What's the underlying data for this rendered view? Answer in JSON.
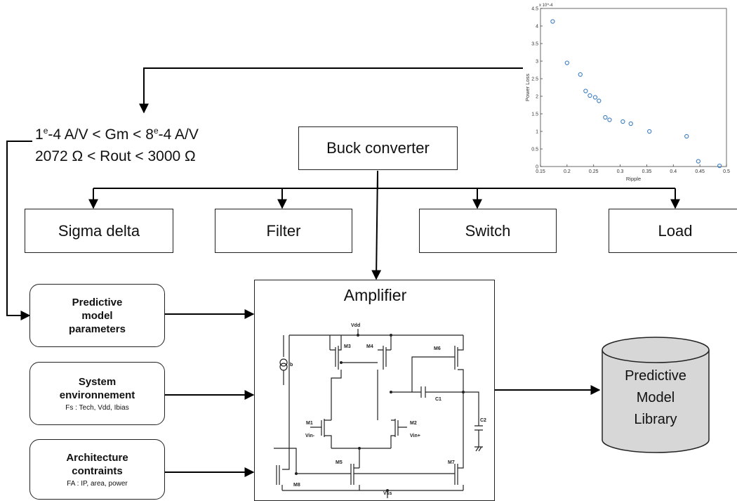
{
  "constraints": {
    "gm": {
      "a": "1",
      "a_sup": "e",
      "b": "-4 A/V < Gm < 8",
      "b_sup": "e",
      "c": "-4 A/V"
    },
    "rout": "2072 Ω < Rout < 3000 Ω"
  },
  "blocks": {
    "buck": "Buck converter",
    "sigma": "Sigma delta",
    "filter": "Filter",
    "switch": "Switch",
    "load": "Load",
    "amplifier": "Amplifier"
  },
  "inputs": {
    "predictive": {
      "title": "Predictive model parameters"
    },
    "system": {
      "title": "System environnement",
      "sub": "Fs : Tech, Vdd, Ibias"
    },
    "arch": {
      "title": "Architecture contraints",
      "sub": "FA : IP, area, power"
    }
  },
  "library": {
    "l1": "Predictive",
    "l2": "Model",
    "l3": "Library"
  },
  "circuit": {
    "vdd": "Vdd",
    "vss": "Vss",
    "ib": "Ib",
    "m1": "M1",
    "m2": "M2",
    "m3": "M3",
    "m4": "M4",
    "m5": "M5",
    "m6": "M6",
    "m7": "M7",
    "m8": "M8",
    "c1": "C1",
    "c2": "C2",
    "vinm": "Vin-",
    "vinp": "Vin+"
  },
  "chart_data": {
    "type": "scatter",
    "xlabel": "Ripple",
    "ylabel": "Power Loss",
    "y_exponent_label": "x 10^-4",
    "xlim": [
      0.15,
      0.5
    ],
    "ylim": [
      0,
      4.5
    ],
    "xticks": [
      "0.15",
      "0.2",
      "0.25",
      "0.3",
      "0.35",
      "0.4",
      "0.45",
      "0.5"
    ],
    "yticks": [
      "0",
      "0.5",
      "1",
      "1.5",
      "2",
      "2.5",
      "3",
      "3.5",
      "4",
      "4.5"
    ],
    "marker_color": "#3d7fc4",
    "points": [
      {
        "x": 0.173,
        "y": 4.13
      },
      {
        "x": 0.2,
        "y": 2.95
      },
      {
        "x": 0.225,
        "y": 2.62
      },
      {
        "x": 0.235,
        "y": 2.15
      },
      {
        "x": 0.243,
        "y": 2.02
      },
      {
        "x": 0.253,
        "y": 1.97
      },
      {
        "x": 0.26,
        "y": 1.87
      },
      {
        "x": 0.272,
        "y": 1.4
      },
      {
        "x": 0.28,
        "y": 1.33
      },
      {
        "x": 0.305,
        "y": 1.28
      },
      {
        "x": 0.32,
        "y": 1.22
      },
      {
        "x": 0.355,
        "y": 1.0
      },
      {
        "x": 0.425,
        "y": 0.86
      },
      {
        "x": 0.447,
        "y": 0.15
      },
      {
        "x": 0.487,
        "y": 0.02
      }
    ]
  }
}
